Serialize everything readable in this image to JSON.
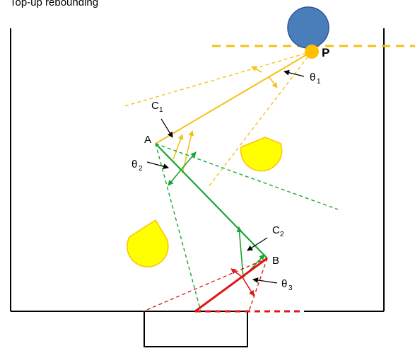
{
  "caption": "Top-up rebounding",
  "labels": {
    "P": "P",
    "A": "A",
    "B": "B",
    "C1": {
      "main": "C",
      "sub": "1"
    },
    "C2": {
      "main": "C",
      "sub": "2"
    },
    "theta1": {
      "main": "θ",
      "sub": "1"
    },
    "theta2": {
      "main": "θ",
      "sub": "2"
    },
    "theta3": {
      "main": "θ",
      "sub": "3"
    }
  },
  "colors": {
    "ball": "#4a7ebb",
    "ball_stroke": "#2f5597",
    "point_p": "#ffc000",
    "segment_1": "#f5c116",
    "segment_2": "#1aa532",
    "segment_3": "#e01515",
    "obstacle": "#ffff00",
    "obstacle_stroke": "#ffc000",
    "container": "#000000"
  },
  "icons": {
    "ball": "blue-circle",
    "obstacles": "yellow-pac-shapes"
  }
}
